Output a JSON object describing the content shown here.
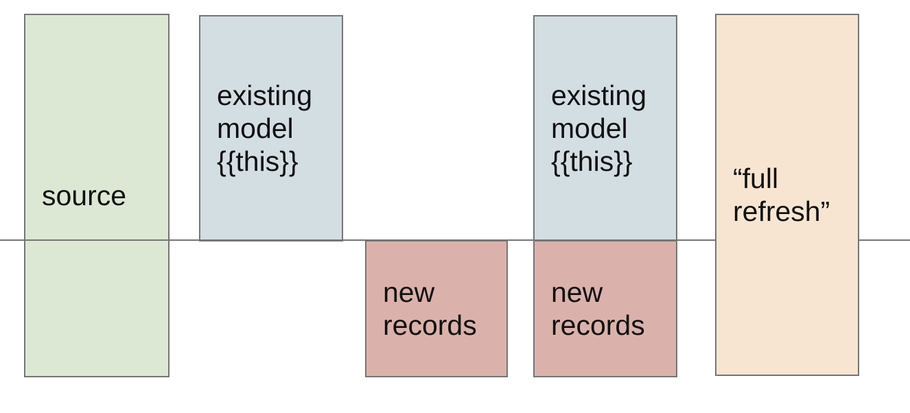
{
  "diagram": {
    "boxes": [
      {
        "id": "source",
        "label": "source",
        "fill": "#dce8d4"
      },
      {
        "id": "existing-model-1",
        "label": "existing\nmodel\n{{this}}",
        "fill": "#d3dee3"
      },
      {
        "id": "new-records-1",
        "label": "new\nrecords",
        "fill": "#dbb2ab"
      },
      {
        "id": "existing-model-2",
        "label": "existing\nmodel\n{{this}}",
        "fill": "#d3dee3"
      },
      {
        "id": "new-records-2",
        "label": "new\nrecords",
        "fill": "#dbb2ab"
      },
      {
        "id": "full-refresh",
        "label": "“full\nrefresh”",
        "fill": "#f8e5d1"
      }
    ],
    "divider_color": "#757575",
    "border_color": "#757575",
    "text_color": "#111111"
  }
}
